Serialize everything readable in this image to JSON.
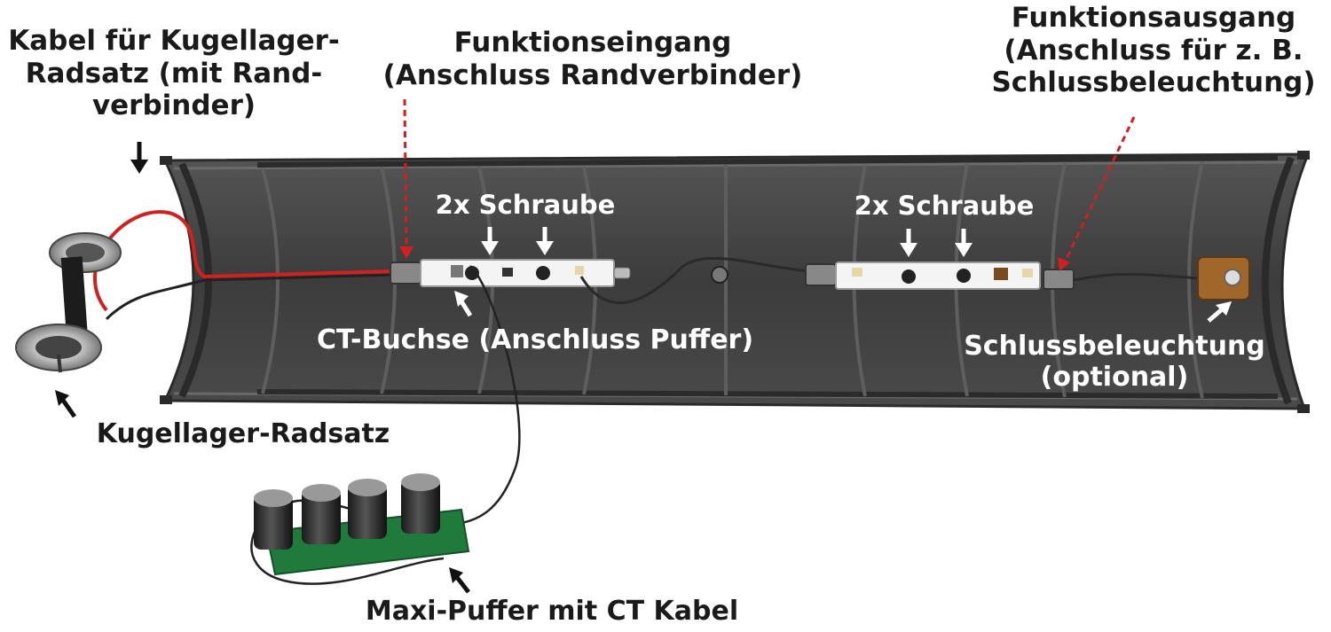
{
  "labels": {
    "kabel": [
      "Kabel für Kugellager-",
      "Radsatz (mit Rand-",
      "verbinder)"
    ],
    "funktionseingang": [
      "Funktionseingang",
      "(Anschluss Randverbinder)"
    ],
    "funktionsausgang": [
      "Funktionsausgang",
      "(Anschluss für z. B.",
      "Schlussbeleuchtung)"
    ],
    "schraube_left": "2x Schraube",
    "schraube_right": "2x Schraube",
    "ct_buchse": "CT-Buchse (Anschluss Puffer)",
    "schlussbeleuchtung": [
      "Schlussbeleuchtung",
      "(optional)"
    ],
    "kugellager_radsatz": "Kugellager-Radsatz",
    "maxi_puffer": "Maxi-Puffer mit CT Kabel"
  },
  "colors": {
    "wagon_floor": "#3f3f3f",
    "wagon_rib": "#575757",
    "pcb": "#f4f4f4",
    "buffer_board": "#1f7a3c",
    "red_wire": "#d2201e",
    "arrow_black": "#111111",
    "arrow_white": "#ffffff",
    "dashed_red": "#d21f1f",
    "taillight_base": "#a0662a"
  },
  "icons": [
    "down-arrow-icon",
    "up-arrow-icon",
    "diagonal-arrow-icon",
    "dashed-leader-line"
  ]
}
